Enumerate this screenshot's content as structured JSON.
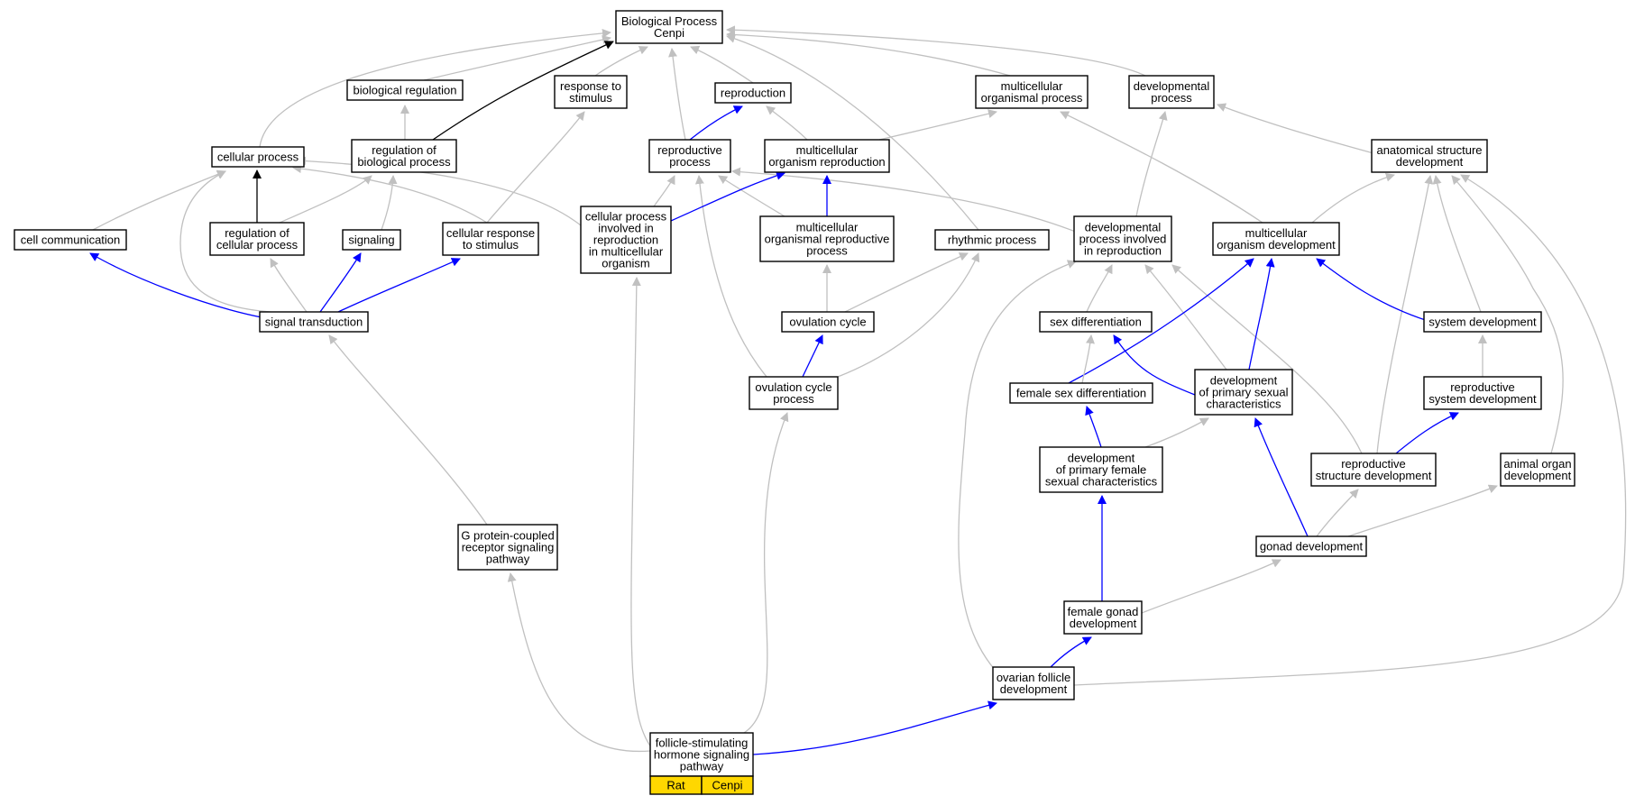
{
  "colors": {
    "is_a_edge": "#C0C0C0",
    "part_of_edge": "#0000FF",
    "regulates_edge": "#000000",
    "highlight_fill": "#FFD700",
    "node_stroke": "#000000",
    "node_fill": "#FFFFFF"
  },
  "nodes": {
    "bp": {
      "lines": [
        "Biological Process",
        "Cenpi"
      ]
    },
    "bioreg": {
      "lines": [
        "biological regulation"
      ]
    },
    "resp": {
      "lines": [
        "response to",
        "stimulus"
      ]
    },
    "repro": {
      "lines": [
        "reproduction"
      ]
    },
    "mop": {
      "lines": [
        "multicellular",
        "organismal process"
      ]
    },
    "devp": {
      "lines": [
        "developmental",
        "process"
      ]
    },
    "cellp": {
      "lines": [
        "cellular process"
      ]
    },
    "regbp": {
      "lines": [
        "regulation of",
        "biological process"
      ]
    },
    "reprop": {
      "lines": [
        "reproductive",
        "process"
      ]
    },
    "mor": {
      "lines": [
        "multicellular",
        "organism reproduction"
      ]
    },
    "asd": {
      "lines": [
        "anatomical structure",
        "development"
      ]
    },
    "cellcomm": {
      "lines": [
        "cell communication"
      ]
    },
    "regcp": {
      "lines": [
        "regulation of",
        "cellular process"
      ]
    },
    "signaling": {
      "lines": [
        "signaling"
      ]
    },
    "crs": {
      "lines": [
        "cellular response",
        "to stimulus"
      ]
    },
    "cpirmo": {
      "lines": [
        "cellular process",
        "involved in",
        "reproduction",
        "in multicellular",
        "organism"
      ]
    },
    "morp": {
      "lines": [
        "multicellular",
        "organismal reproductive",
        "process"
      ]
    },
    "rhythm": {
      "lines": [
        "rhythmic process"
      ]
    },
    "dpir": {
      "lines": [
        "developmental",
        "process involved",
        "in reproduction"
      ]
    },
    "mod": {
      "lines": [
        "multicellular",
        "organism development"
      ]
    },
    "sigtrans": {
      "lines": [
        "signal transduction"
      ]
    },
    "ovcycle": {
      "lines": [
        "ovulation cycle"
      ]
    },
    "sexdiff": {
      "lines": [
        "sex differentiation"
      ]
    },
    "sysdev": {
      "lines": [
        "system development"
      ]
    },
    "ovcp": {
      "lines": [
        "ovulation cycle",
        "process"
      ]
    },
    "femsexdiff": {
      "lines": [
        "female sex differentiation"
      ]
    },
    "dpsc": {
      "lines": [
        "development",
        "of primary sexual",
        "characteristics"
      ]
    },
    "rsysdev": {
      "lines": [
        "reproductive",
        "system development"
      ]
    },
    "dpfsc": {
      "lines": [
        "development",
        "of primary female",
        "sexual characteristics"
      ]
    },
    "rsd": {
      "lines": [
        "reproductive",
        "structure development"
      ]
    },
    "aod": {
      "lines": [
        "animal organ",
        "development"
      ]
    },
    "gpcr": {
      "lines": [
        "G protein-coupled",
        "receptor signaling",
        "pathway"
      ]
    },
    "gonad": {
      "lines": [
        "gonad development"
      ]
    },
    "femgonad": {
      "lines": [
        "female gonad",
        "development"
      ]
    },
    "ovfol": {
      "lines": [
        "ovarian follicle",
        "development"
      ]
    },
    "fsh": {
      "lines": [
        "follicle-stimulating",
        "hormone signaling",
        "pathway"
      ]
    }
  },
  "fsh_tags": [
    "Rat",
    "Cenpi"
  ]
}
